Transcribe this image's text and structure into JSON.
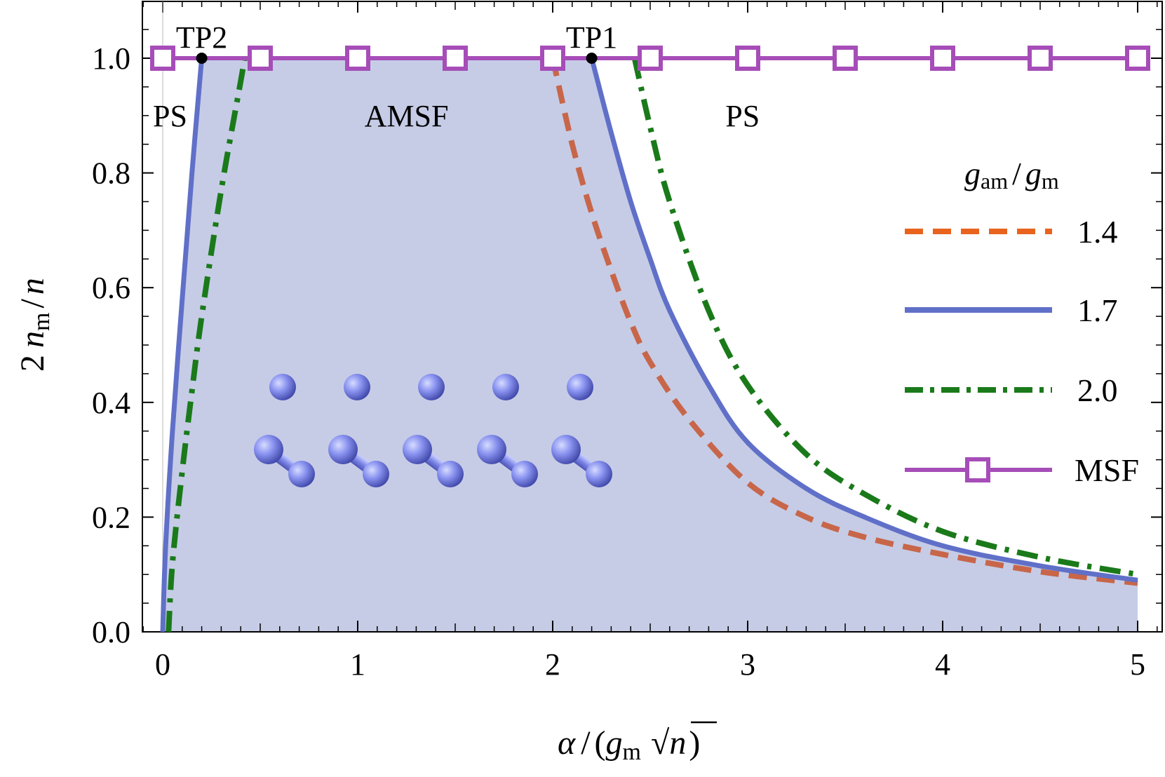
{
  "chart_data": {
    "type": "line",
    "xlabel": {
      "alpha": "α",
      "slash1": "/",
      "g": "g",
      "m": "m",
      "sqrt": "√",
      "n": "n",
      "open": "(",
      "close": ")"
    },
    "ylabel": {
      "two": "2",
      "n": "n",
      "m": "m",
      "slash": "/",
      "den": "n"
    },
    "xlim": [
      -0.1,
      5.1
    ],
    "ylim": [
      0,
      1.1
    ],
    "x_ticks": [
      0,
      1,
      2,
      3,
      4,
      5
    ],
    "x_tick_labels": [
      "0",
      "1",
      "2",
      "3",
      "4",
      "5"
    ],
    "y_ticks": [
      0.0,
      0.2,
      0.4,
      0.6,
      0.8,
      1.0
    ],
    "y_tick_labels": [
      "0.0",
      "0.2",
      "0.4",
      "0.6",
      "0.8",
      "1.0"
    ],
    "grid": false,
    "legend": {
      "placement": "right",
      "title": {
        "g": "g",
        "am": "am",
        "slash": "/",
        "g2": "g",
        "m": "m"
      },
      "entries": [
        "1.4",
        "1.7",
        "2.0",
        "MSF"
      ]
    },
    "annotations": [
      {
        "text": "TP2",
        "x": 0.2,
        "y": 1.0
      },
      {
        "text": "TP1",
        "x": 2.2,
        "y": 1.0
      },
      {
        "text": "PS",
        "x": 0.05,
        "y": 0.9
      },
      {
        "text": "AMSF",
        "x": 1.25,
        "y": 0.9
      },
      {
        "text": "PS",
        "x": 2.85,
        "y": 0.9
      }
    ],
    "series": [
      {
        "name": "1.4",
        "color": "#c8664a",
        "style": "dashed",
        "left_x": [],
        "left_y": [],
        "right_x": [
          2.0,
          2.1,
          2.2,
          2.3,
          2.4,
          2.5,
          2.7,
          3.0,
          3.3,
          3.6,
          4.0,
          4.5,
          5.0
        ],
        "right_y": [
          1.0,
          0.85,
          0.73,
          0.63,
          0.54,
          0.47,
          0.37,
          0.26,
          0.2,
          0.165,
          0.135,
          0.105,
          0.085
        ]
      },
      {
        "name": "1.7",
        "color": "#6070c8",
        "style": "solid",
        "left_x": [
          0.0,
          0.015,
          0.05,
          0.1,
          0.15,
          0.2
        ],
        "left_y": [
          0.0,
          0.15,
          0.35,
          0.58,
          0.8,
          1.0
        ],
        "right_x": [
          2.2,
          2.3,
          2.4,
          2.5,
          2.6,
          2.8,
          3.0,
          3.3,
          3.6,
          4.0,
          4.5,
          5.0
        ],
        "right_y": [
          1.0,
          0.87,
          0.75,
          0.65,
          0.56,
          0.43,
          0.33,
          0.25,
          0.2,
          0.15,
          0.115,
          0.09
        ]
      },
      {
        "name": "2.0",
        "color": "#1a7a1a",
        "style": "dashdot",
        "left_x": [
          0.03,
          0.05,
          0.1,
          0.15,
          0.2,
          0.3,
          0.4,
          0.42
        ],
        "left_y": [
          0.0,
          0.12,
          0.28,
          0.42,
          0.55,
          0.77,
          0.96,
          1.0
        ],
        "right_x": [
          2.42,
          2.5,
          2.6,
          2.8,
          3.0,
          3.3,
          3.6,
          4.0,
          4.5,
          5.0
        ],
        "right_y": [
          1.0,
          0.88,
          0.75,
          0.56,
          0.43,
          0.31,
          0.24,
          0.175,
          0.13,
          0.1
        ]
      },
      {
        "name": "MSF",
        "color": "#a64db8",
        "style": "solid-square-markers",
        "x": [
          0.0,
          0.5,
          1.0,
          1.5,
          2.0,
          2.5,
          3.0,
          3.5,
          4.0,
          4.5,
          5.0
        ],
        "y": [
          1.0,
          1.0,
          1.0,
          1.0,
          1.0,
          1.0,
          1.0,
          1.0,
          1.0,
          1.0,
          1.0
        ]
      }
    ],
    "shaded_region": {
      "label": "AMSF",
      "color": "#c6cce6"
    }
  }
}
